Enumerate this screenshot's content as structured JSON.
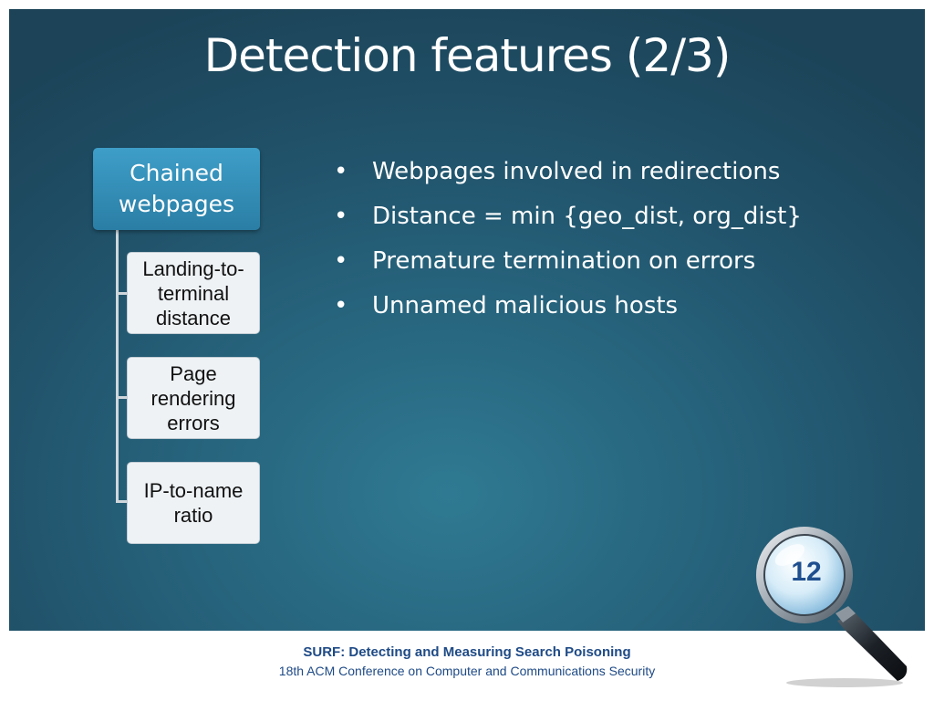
{
  "slide": {
    "title": "Detection features (2/3)",
    "hierarchy": {
      "root": "Chained webpages",
      "children": [
        "Landing-to-terminal distance",
        "Page rendering errors",
        "IP-to-name ratio"
      ]
    },
    "bullets": [
      "Webpages involved in redirections",
      "Distance = min {geo_dist, org_dist}",
      "Premature termination on errors",
      "Unnamed malicious hosts"
    ],
    "bullet_glyph": "•",
    "page_number": "12",
    "icon": "magnifying-glass-icon"
  },
  "footer": {
    "title": "SURF: Detecting and Measuring Search Poisoning",
    "subtitle": "18th ACM Conference on Computer and Communications Security"
  },
  "colors": {
    "background": "#255f78",
    "root_box": "#3592bd",
    "child_box": "#eef2f5",
    "footer_text": "#1e4a86"
  }
}
